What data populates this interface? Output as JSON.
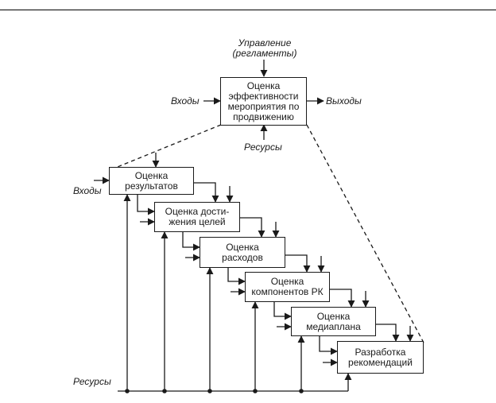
{
  "top_box": {
    "text": "Оценка\nэффективности\nмероприятия по\nпродвижению",
    "control": "Управление\n(регламенты)",
    "input": "Входы",
    "output": "Выходы",
    "resources": "Ресурсы"
  },
  "steps": [
    "Оценка\nрезультатов",
    "Оценка дости-\nжения целей",
    "Оценка\nрасходов",
    "Оценка\nкомпонентов РК",
    "Оценка\nмедиаплана",
    "Разработка\nрекомендаций"
  ],
  "lower_labels": {
    "inputs": "Входы",
    "resources": "Ресурсы"
  },
  "colors": {
    "line": "#1a1a1a",
    "background": "#ffffff"
  }
}
